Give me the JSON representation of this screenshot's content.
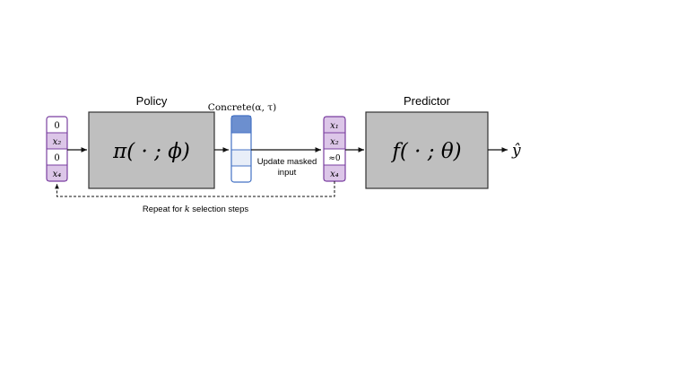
{
  "policy": {
    "title": "Policy",
    "formula": "π( · ; ϕ)"
  },
  "predictor": {
    "title": "Predictor",
    "formula": "f( · ; θ)"
  },
  "input_vector": {
    "cells": [
      "0",
      "x₂",
      "0",
      "x₄"
    ],
    "highlighted": [
      false,
      true,
      false,
      true
    ]
  },
  "concrete": {
    "label": "Concrete(α, τ)",
    "cells": 4,
    "fill_levels": [
      1.0,
      0.0,
      0.25,
      0.0
    ]
  },
  "masked_vector": {
    "cells": [
      "x₁",
      "x₂",
      "≈0",
      "x₄"
    ],
    "highlighted": [
      true,
      true,
      false,
      true
    ]
  },
  "update_label": {
    "line1": "Update masked",
    "line2": "input"
  },
  "output": {
    "label": "ŷ"
  },
  "feedback": {
    "prefix": "Repeat for ",
    "var": "k",
    "suffix": " selection steps"
  },
  "colors": {
    "box_fill": "#bfbfbf",
    "box_stroke": "#333333",
    "vector_stroke": "#7a3fa0",
    "vector_highlight": "#dcc6e8",
    "concrete_stroke": "#4472c4",
    "concrete_dark": "#6c8fcf",
    "concrete_light": "#e8eef8"
  }
}
